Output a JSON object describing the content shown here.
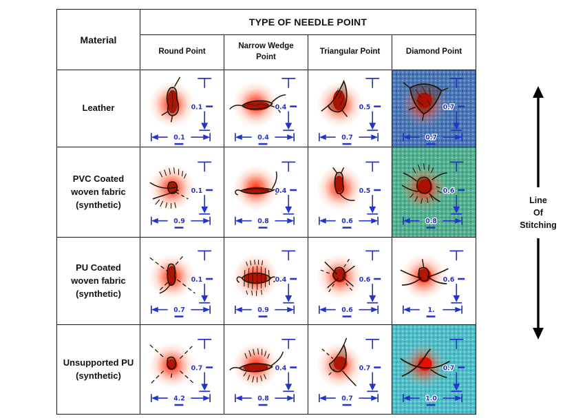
{
  "header": {
    "material_label": "Material",
    "group_label": "TYPE OF NEEDLE POINT",
    "columns": [
      "Round Point",
      "Narrow Wedge Point",
      "Triangular Point",
      "Diamond Point"
    ]
  },
  "annotation": {
    "lines": [
      "Line",
      "Of",
      "Stitching"
    ]
  },
  "colors": {
    "dimension_blue": "#2433c8",
    "glow_red": "#ff2000",
    "fabric_blue": "#4b79b8",
    "fabric_green": "#53b292",
    "fabric_teal": "#4fbfca",
    "border_black": "#151515"
  },
  "rows": [
    {
      "material": "Leather",
      "cells": [
        {
          "needle_point": "Round Point",
          "hole_height": "0.1",
          "hole_width": "0.1",
          "shape": "leather-round",
          "bg": null
        },
        {
          "needle_point": "Narrow Wedge Point",
          "hole_height": "0.4",
          "hole_width": "0.4",
          "shape": "leather-nw",
          "bg": null
        },
        {
          "needle_point": "Triangular Point",
          "hole_height": "0.5",
          "hole_width": "0.7",
          "shape": "leather-tri",
          "bg": null
        },
        {
          "needle_point": "Diamond Point",
          "hole_height": "0.7",
          "hole_width": "0.7",
          "shape": "fabric-tri",
          "bg": "blue"
        }
      ]
    },
    {
      "material": "PVC Coated woven fabric (synthetic)",
      "cells": [
        {
          "needle_point": "Round Point",
          "hole_height": "0.1",
          "hole_width": "0.9",
          "shape": "pvc-round",
          "bg": null
        },
        {
          "needle_point": "Narrow Wedge Point",
          "hole_height": "0.4",
          "hole_width": "0.8",
          "shape": "pvc-nw",
          "bg": null
        },
        {
          "needle_point": "Triangular Point",
          "hole_height": "0.5",
          "hole_width": "0.6",
          "shape": "pvc-tri",
          "bg": null
        },
        {
          "needle_point": "Diamond Point",
          "hole_height": "0.6",
          "hole_width": "0.8",
          "shape": "pvc-diamond",
          "bg": "green"
        }
      ]
    },
    {
      "material": "PU Coated woven fabric (synthetic)",
      "cells": [
        {
          "needle_point": "Round Point",
          "hole_height": "0.1",
          "hole_width": "0.7",
          "shape": "pu-round",
          "bg": null
        },
        {
          "needle_point": "Narrow Wedge Point",
          "hole_height": "0.4",
          "hole_width": "0.9",
          "shape": "pu-nw",
          "bg": null
        },
        {
          "needle_point": "Triangular Point",
          "hole_height": "0.6",
          "hole_width": "0.6",
          "shape": "pu-tri",
          "bg": null
        },
        {
          "needle_point": "Diamond Point",
          "hole_height": "0.6",
          "hole_width": "1.",
          "shape": "pu-diamond",
          "bg": null
        }
      ]
    },
    {
      "material": "Unsupported PU (synthetic)",
      "cells": [
        {
          "needle_point": "Round Point",
          "hole_height": "0.7",
          "hole_width": "4.2",
          "shape": "unsup-round",
          "bg": null
        },
        {
          "needle_point": "Narrow Wedge Point",
          "hole_height": "0.4",
          "hole_width": "0.8",
          "shape": "unsup-nw",
          "bg": null
        },
        {
          "needle_point": "Triangular Point",
          "hole_height": "0.7",
          "hole_width": "0.7",
          "shape": "unsup-tri",
          "bg": null
        },
        {
          "needle_point": "Diamond Point",
          "hole_height": "0.7",
          "hole_width": "1.0",
          "shape": "unsup-diamond",
          "bg": "teal"
        }
      ]
    }
  ]
}
